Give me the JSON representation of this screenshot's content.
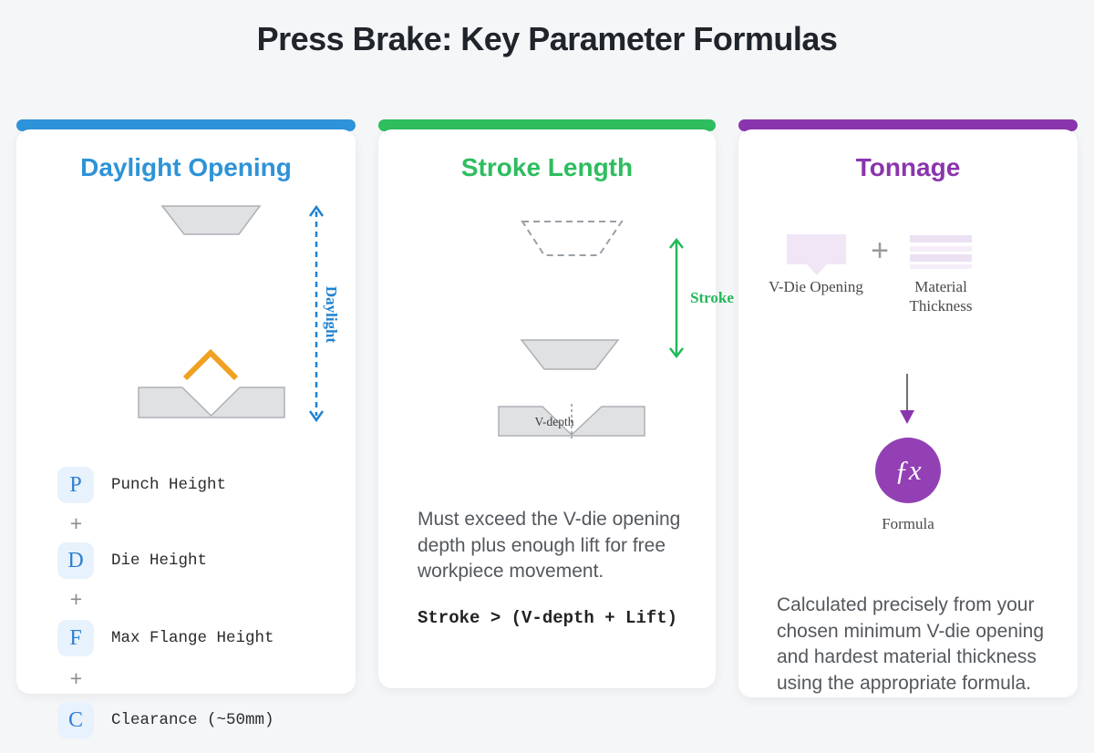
{
  "page": {
    "title": "Press Brake: Key Parameter Formulas",
    "background": "#f5f6f8"
  },
  "colors": {
    "blue_accent": "#3094d8",
    "green_accent": "#2ec45e",
    "purple_accent": "#8c37b0",
    "orange_bend": "#f0a121",
    "metal_gray": "#e0e1e3",
    "lavender_icon": "#f0e6f5",
    "fx_purple": "#9340b5",
    "body_text": "#54585d"
  },
  "cards": [
    {
      "title": "Daylight Opening",
      "accent": "#2e93d8",
      "dimension_label": "Daylight",
      "plus": "+",
      "items": [
        {
          "letter": "P",
          "label": "Punch Height"
        },
        {
          "letter": "D",
          "label": "Die Height"
        },
        {
          "letter": "F",
          "label": "Max Flange Height"
        },
        {
          "letter": "C",
          "label": "Clearance (~50mm)"
        }
      ]
    },
    {
      "title": "Stroke Length",
      "accent": "#2ebd5f",
      "dimension_label": "Stroke",
      "vdepth_label": "V-depth",
      "description": "Must exceed the V-die opening depth plus enough lift for free workpiece movement.",
      "formula": "Stroke > (V-depth + Lift)"
    },
    {
      "title": "Tonnage",
      "accent": "#8a35ad",
      "plus": "+",
      "inputs": [
        {
          "label": "V-Die Opening"
        },
        {
          "label": "Material Thickness"
        }
      ],
      "fx_text": "ƒx",
      "fx_label": "Formula",
      "description": "Calculated precisely from your chosen minimum V-die opening and hardest material thickness using the appropriate formula."
    }
  ]
}
